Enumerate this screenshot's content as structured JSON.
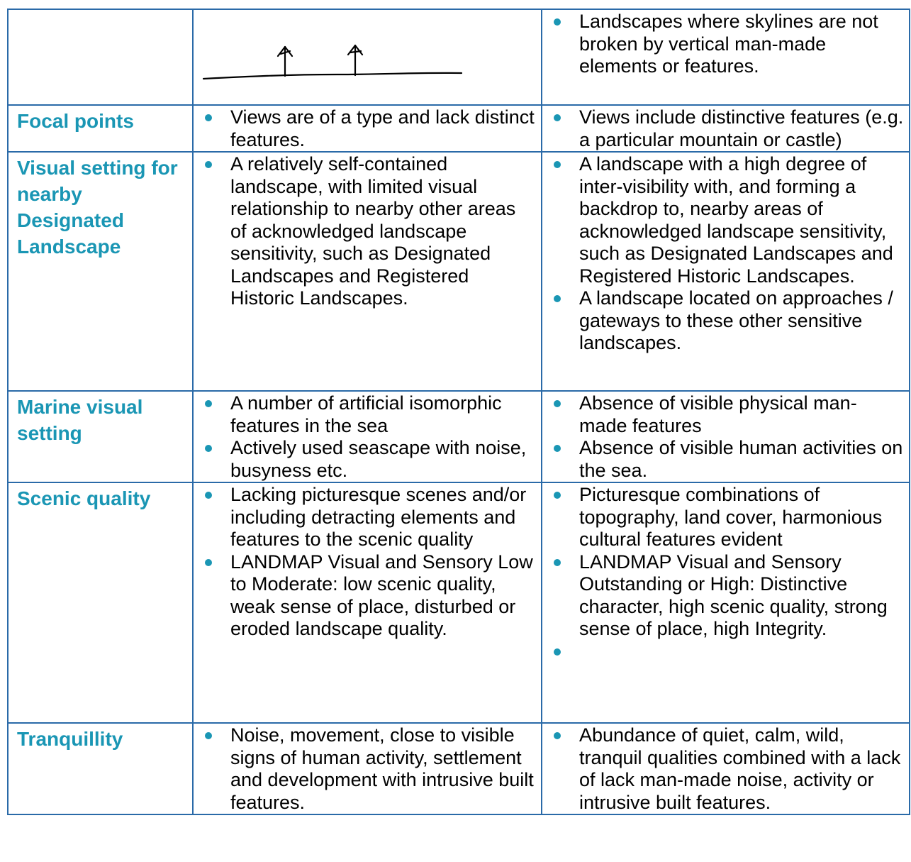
{
  "rows": [
    {
      "label": "",
      "left": [],
      "right": [
        "Landscapes where skylines are not broken by vertical man-made elements or features."
      ]
    },
    {
      "label": "Focal points",
      "left": [
        "Views are of a type and lack distinct features."
      ],
      "right": [
        "Views include distinctive features (e.g. a particular mountain or castle)"
      ]
    },
    {
      "label": "Visual setting for nearby Designated Landscape",
      "left": [
        "A relatively self-contained landscape, with limited visual relationship to nearby other areas of acknowledged landscape sensitivity, such as Designated Landscapes and Registered Historic Landscapes."
      ],
      "right": [
        "A landscape with a high degree of inter-visibility with, and forming a backdrop to, nearby areas of acknowledged landscape sensitivity, such as Designated Landscapes and Registered Historic Landscapes.",
        "A landscape located on approaches / gateways to these other sensitive landscapes."
      ]
    },
    {
      "label": "Marine visual setting",
      "left": [
        "A number of artificial isomorphic features in the sea",
        "Actively used seascape with noise, busyness etc."
      ],
      "right": [
        "Absence of visible physical man-made features",
        "Absence of visible human activities on the sea."
      ]
    },
    {
      "label": "Scenic quality",
      "left": [
        "Lacking picturesque scenes and/or including detracting elements and features to the scenic quality",
        "LANDMAP Visual and Sensory Low to Moderate: low scenic quality, weak sense of place, disturbed or eroded landscape quality."
      ],
      "right": [
        "Picturesque combinations of topography, land cover, harmonious cultural features evident",
        "LANDMAP Visual and Sensory Outstanding or High: Distinctive character, high scenic quality, strong sense of place, high Integrity.",
        ""
      ]
    },
    {
      "label": "Tranquillity",
      "left": [
        "Noise, movement, close to visible signs of human activity, settlement and development with intrusive built features."
      ],
      "right": [
        "Abundance of quiet, calm, wild, tranquil qualities combined with a lack of lack man-made noise, activity or intrusive built features."
      ]
    }
  ],
  "colors": {
    "label": "#1a96b4",
    "bullet": "#1a96b4",
    "border": "#2a6aa8"
  },
  "sketch": {
    "icon": "wind-turbines-skyline-sketch"
  }
}
